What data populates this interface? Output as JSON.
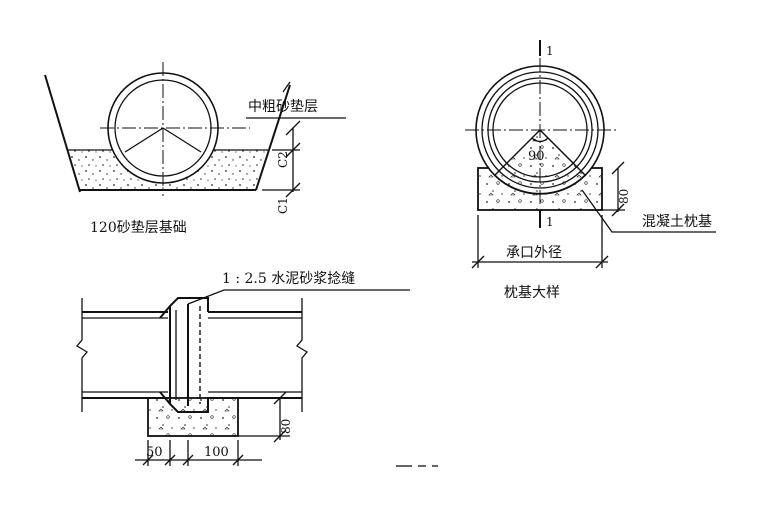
{
  "labels": {
    "sand_bedding": "中粗砂垫层",
    "dim_c2": "C2",
    "dim_c1": "C1",
    "view_120_title": "120砂垫层基础",
    "section_mark_top": "1",
    "section_mark_bottom": "1",
    "angle_value": "90",
    "dim_80_right": "80",
    "concrete_base": "混凝土枕基",
    "socket_od": "承口外径",
    "pillow_title": "枕基大样",
    "mortar_joint": "1 : 2.5 水泥砂浆捻缝",
    "dim_80_bottom": "80",
    "dim_50": "50",
    "dim_100": "100"
  }
}
